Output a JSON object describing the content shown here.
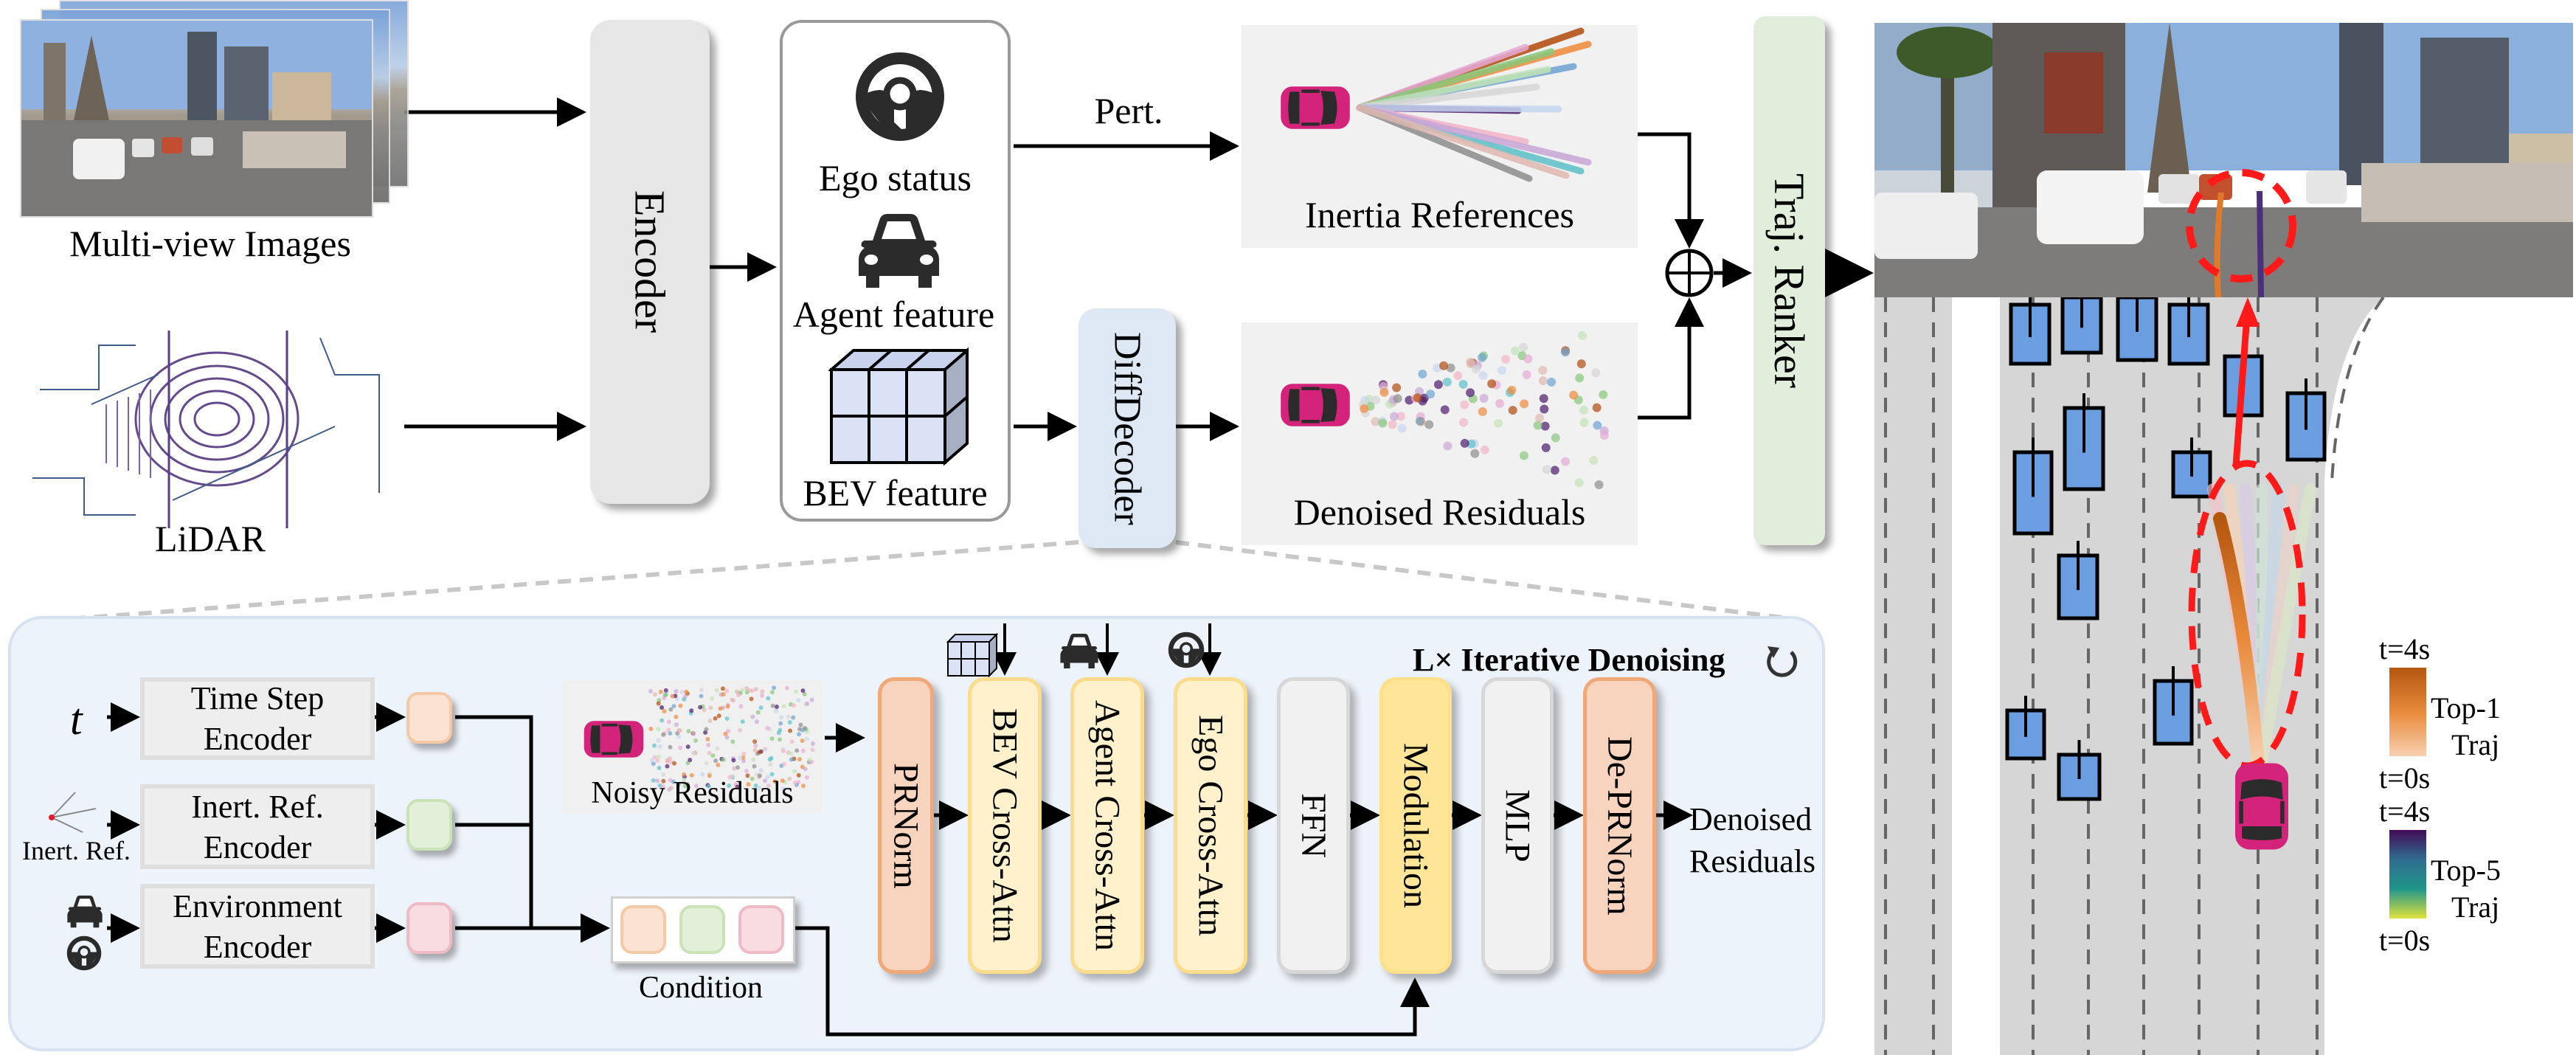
{
  "inputs": {
    "images_label": "Multi-view Images",
    "lidar_label": "LiDAR"
  },
  "encoder": {
    "label": "Encoder"
  },
  "features": {
    "ego_label": "Ego status",
    "agent_label": "Agent feature",
    "bev_label": "BEV feature",
    "icons": [
      "steering-wheel-icon",
      "car-icon",
      "bev-grid-cube-icon"
    ]
  },
  "perturbation": {
    "label": "Pert."
  },
  "diff_decoder": {
    "label": "DiffDecoder"
  },
  "inertia_panel": {
    "label": "Inertia References",
    "line_colors": [
      "#b34a0e",
      "#f08a3c",
      "#e7a9d6",
      "#88c77a",
      "#6fa3d2",
      "#c2e3b6",
      "#d6d6d6",
      "#4b1a6b",
      "#c6d6f0",
      "#f2b5c6",
      "#5cc0c9",
      "#c9a6d8",
      "#8d8d8d",
      "#e0b8b0"
    ]
  },
  "denoised_panel": {
    "label": "Denoised Residuals"
  },
  "combine": {
    "symbol": "⊕"
  },
  "ranker": {
    "label": "Traj. Ranker"
  },
  "result": {
    "legend": [
      {
        "top_label": "t=4s",
        "bottom_label": "t=0s",
        "name": "Top-1",
        "sub": "Traj",
        "colors": [
          "#b4570f",
          "#e98a3b",
          "#f8cfb0"
        ]
      },
      {
        "top_label": "t=4s",
        "bottom_label": "t=0s",
        "name": "Top-5",
        "sub": "Traj",
        "colors": [
          "#440b57",
          "#2f6d8e",
          "#20958a",
          "#e0e23c"
        ]
      }
    ],
    "colors": {
      "road": "#d6d6d6",
      "vehicle": "#6a9ee0",
      "ego": "#d4237a",
      "highlight": "#ff1a1a"
    }
  },
  "denoiser": {
    "iter_label": "L× Iterative Denoising",
    "t_label": "t",
    "inert_ref_input_label": "Inert. Ref.",
    "encoders": [
      {
        "line1": "Time Step",
        "line2": "Encoder"
      },
      {
        "line1": "Inert. Ref.",
        "line2": "Encoder"
      },
      {
        "line1": "Environment",
        "line2": "Encoder"
      }
    ],
    "noisy_label": "Noisy Residuals",
    "condition_label": "Condition",
    "blocks": [
      {
        "label": "PRNorm",
        "style": "orange"
      },
      {
        "label": "BEV Cross-Attn",
        "style": "cream"
      },
      {
        "label": "Agent Cross-Attn",
        "style": "cream"
      },
      {
        "label": "Ego Cross-Attn",
        "style": "cream"
      },
      {
        "label": "FFN",
        "style": "gray"
      },
      {
        "label": "Modulation",
        "style": "yellow"
      },
      {
        "label": "MLP",
        "style": "gray"
      },
      {
        "label": "De-PRNorm",
        "style": "orange"
      }
    ],
    "output_line1": "Denoised",
    "output_line2": "Residuals"
  }
}
